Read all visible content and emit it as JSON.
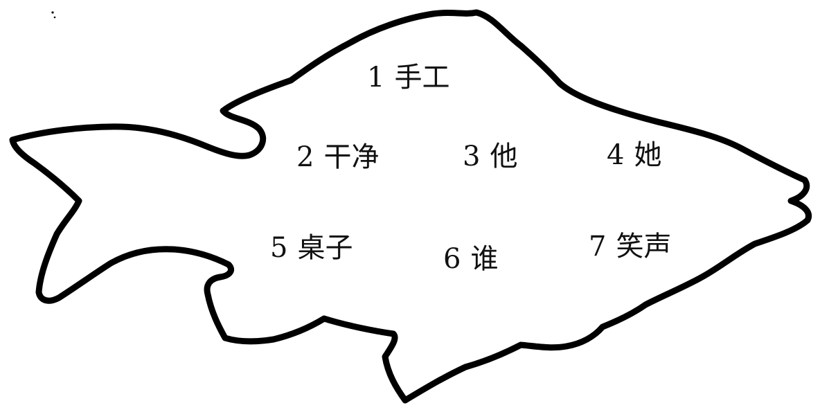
{
  "worksheet": {
    "shape": "fish",
    "outline_color": "#000000",
    "background_color": "#ffffff",
    "items": [
      {
        "number": "1",
        "text": "手工"
      },
      {
        "number": "2",
        "text": "干净"
      },
      {
        "number": "3",
        "text": "他"
      },
      {
        "number": "4",
        "text": "她"
      },
      {
        "number": "5",
        "text": "桌子"
      },
      {
        "number": "6",
        "text": "谁"
      },
      {
        "number": "7",
        "text": "笑声"
      }
    ]
  }
}
